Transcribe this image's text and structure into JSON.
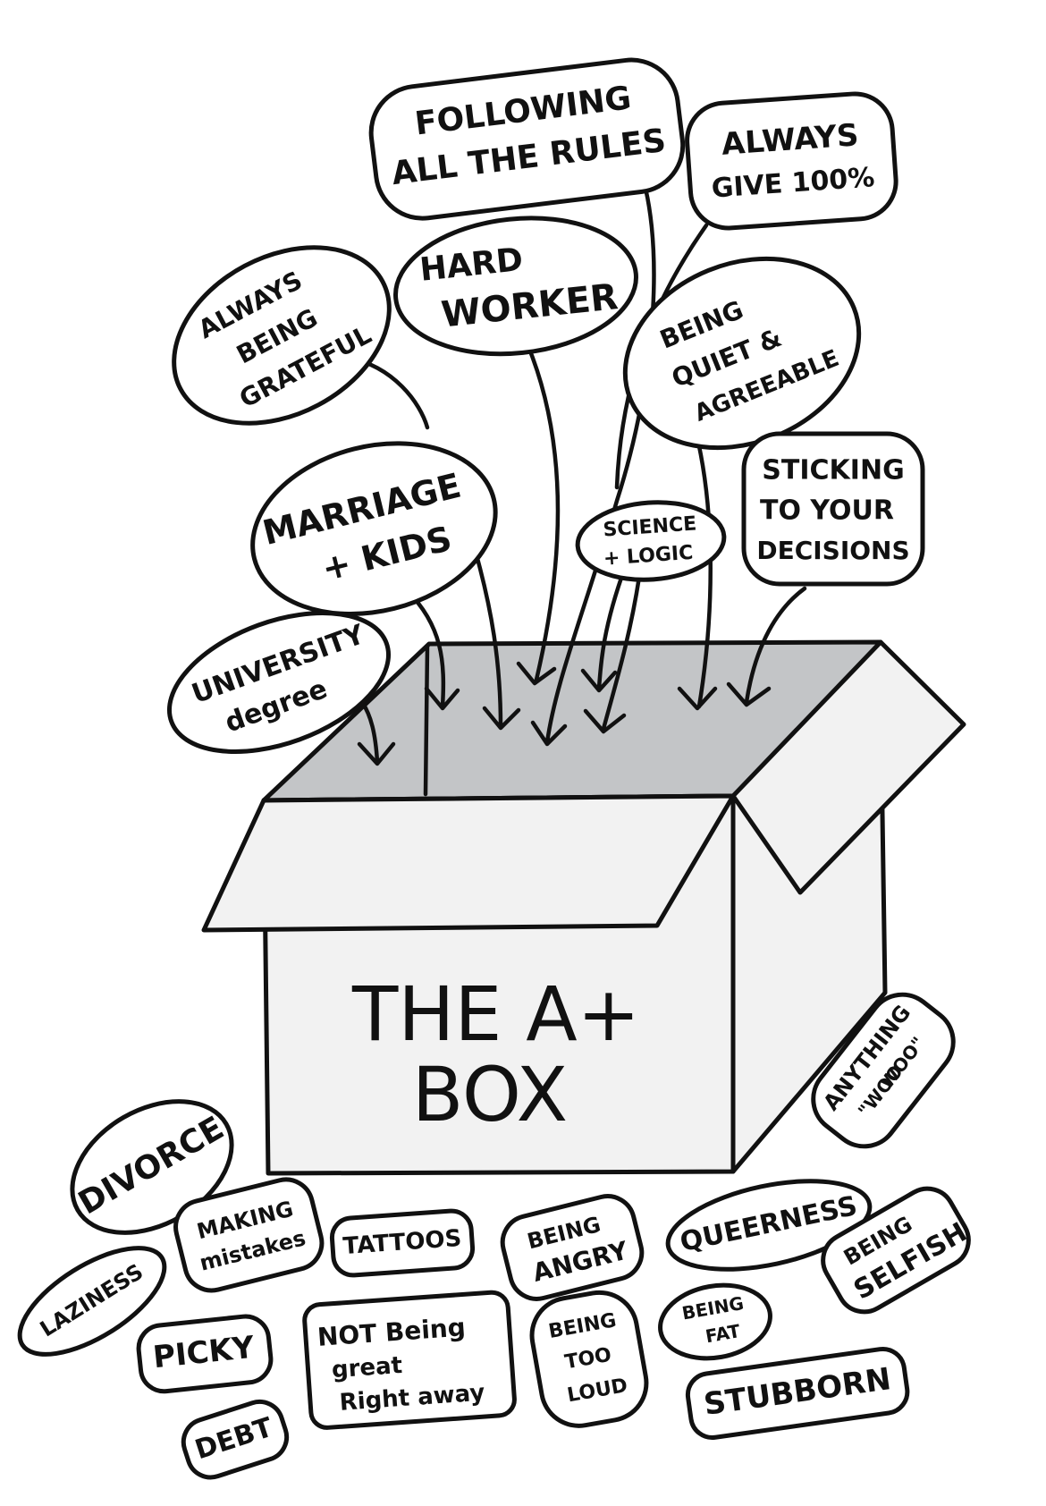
{
  "box": {
    "title_line1": "THE A+",
    "title_line2": "BOX"
  },
  "inside_labels": [
    {
      "id": "following-rules",
      "lines": [
        "FOLLOWING",
        "ALL THE RULES"
      ]
    },
    {
      "id": "always-give-100",
      "lines": [
        "ALWAYS",
        "GIVE 100%"
      ]
    },
    {
      "id": "hard-worker",
      "lines": [
        "HARD",
        "WORKER"
      ]
    },
    {
      "id": "always-grateful",
      "lines": [
        "ALWAYS",
        "BEING",
        "GRATEFUL"
      ]
    },
    {
      "id": "quiet-agreeable",
      "lines": [
        "BEING",
        "QUIET &",
        "AGREEABLE"
      ]
    },
    {
      "id": "marriage-kids",
      "lines": [
        "MARRIAGE",
        "+ KIDS"
      ]
    },
    {
      "id": "science-logic",
      "lines": [
        "SCIENCE",
        "+ LOGIC"
      ]
    },
    {
      "id": "sticking-decisions",
      "lines": [
        "STICKING",
        "TO YOUR",
        "DECISIONS"
      ]
    },
    {
      "id": "university-degree",
      "lines": [
        "UNIVERSITY",
        "degree"
      ]
    }
  ],
  "outside_labels": [
    {
      "id": "anything-woo-woo",
      "lines": [
        "ANYTHING",
        "\"WOO",
        "WOO\""
      ]
    },
    {
      "id": "divorce",
      "lines": [
        "DIVORCE"
      ]
    },
    {
      "id": "making-mistakes",
      "lines": [
        "MAKING",
        "mistakes"
      ]
    },
    {
      "id": "tattoos",
      "lines": [
        "TATTOOS"
      ]
    },
    {
      "id": "being-angry",
      "lines": [
        "BEING",
        "ANGRY"
      ]
    },
    {
      "id": "queerness",
      "lines": [
        "QUEERNESS"
      ]
    },
    {
      "id": "being-selfish",
      "lines": [
        "BEING",
        "SELFISH"
      ]
    },
    {
      "id": "laziness",
      "lines": [
        "LAZINESS"
      ]
    },
    {
      "id": "picky",
      "lines": [
        "PICKY"
      ]
    },
    {
      "id": "not-great-right-away",
      "lines": [
        "NOT Being",
        "great",
        "Right away"
      ]
    },
    {
      "id": "being-too-loud",
      "lines": [
        "BEING",
        "TOO",
        "LOUD"
      ]
    },
    {
      "id": "being-fat",
      "lines": [
        "BEING",
        "FAT"
      ]
    },
    {
      "id": "stubborn",
      "lines": [
        "STUBBORN"
      ]
    },
    {
      "id": "debt",
      "lines": [
        "DEBT"
      ]
    }
  ],
  "colors": {
    "ink": "#111111",
    "box_inside": "#c3c5c7",
    "box_face": "#f2f2f2",
    "background": "#ffffff"
  }
}
